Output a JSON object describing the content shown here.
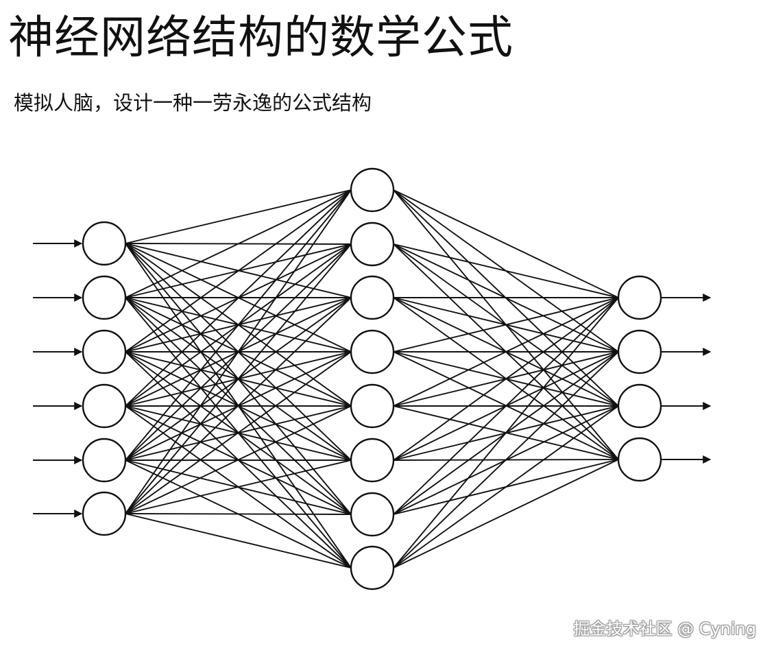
{
  "header": {
    "title": "神经网络结构的数学公式",
    "subtitle": "模拟人脑，设计一种一劳永逸的公式结构"
  },
  "network": {
    "layers": [
      {
        "role": "input",
        "nodes": 6
      },
      {
        "role": "hidden",
        "nodes": 8
      },
      {
        "role": "output",
        "nodes": 4
      }
    ],
    "fully_connected": true,
    "input_arrows": 6,
    "output_arrows": 4
  },
  "credit": {
    "text": "掘金技术社区 @ Cyning"
  },
  "colors": {
    "ink": "#111111",
    "background": "#ffffff"
  }
}
